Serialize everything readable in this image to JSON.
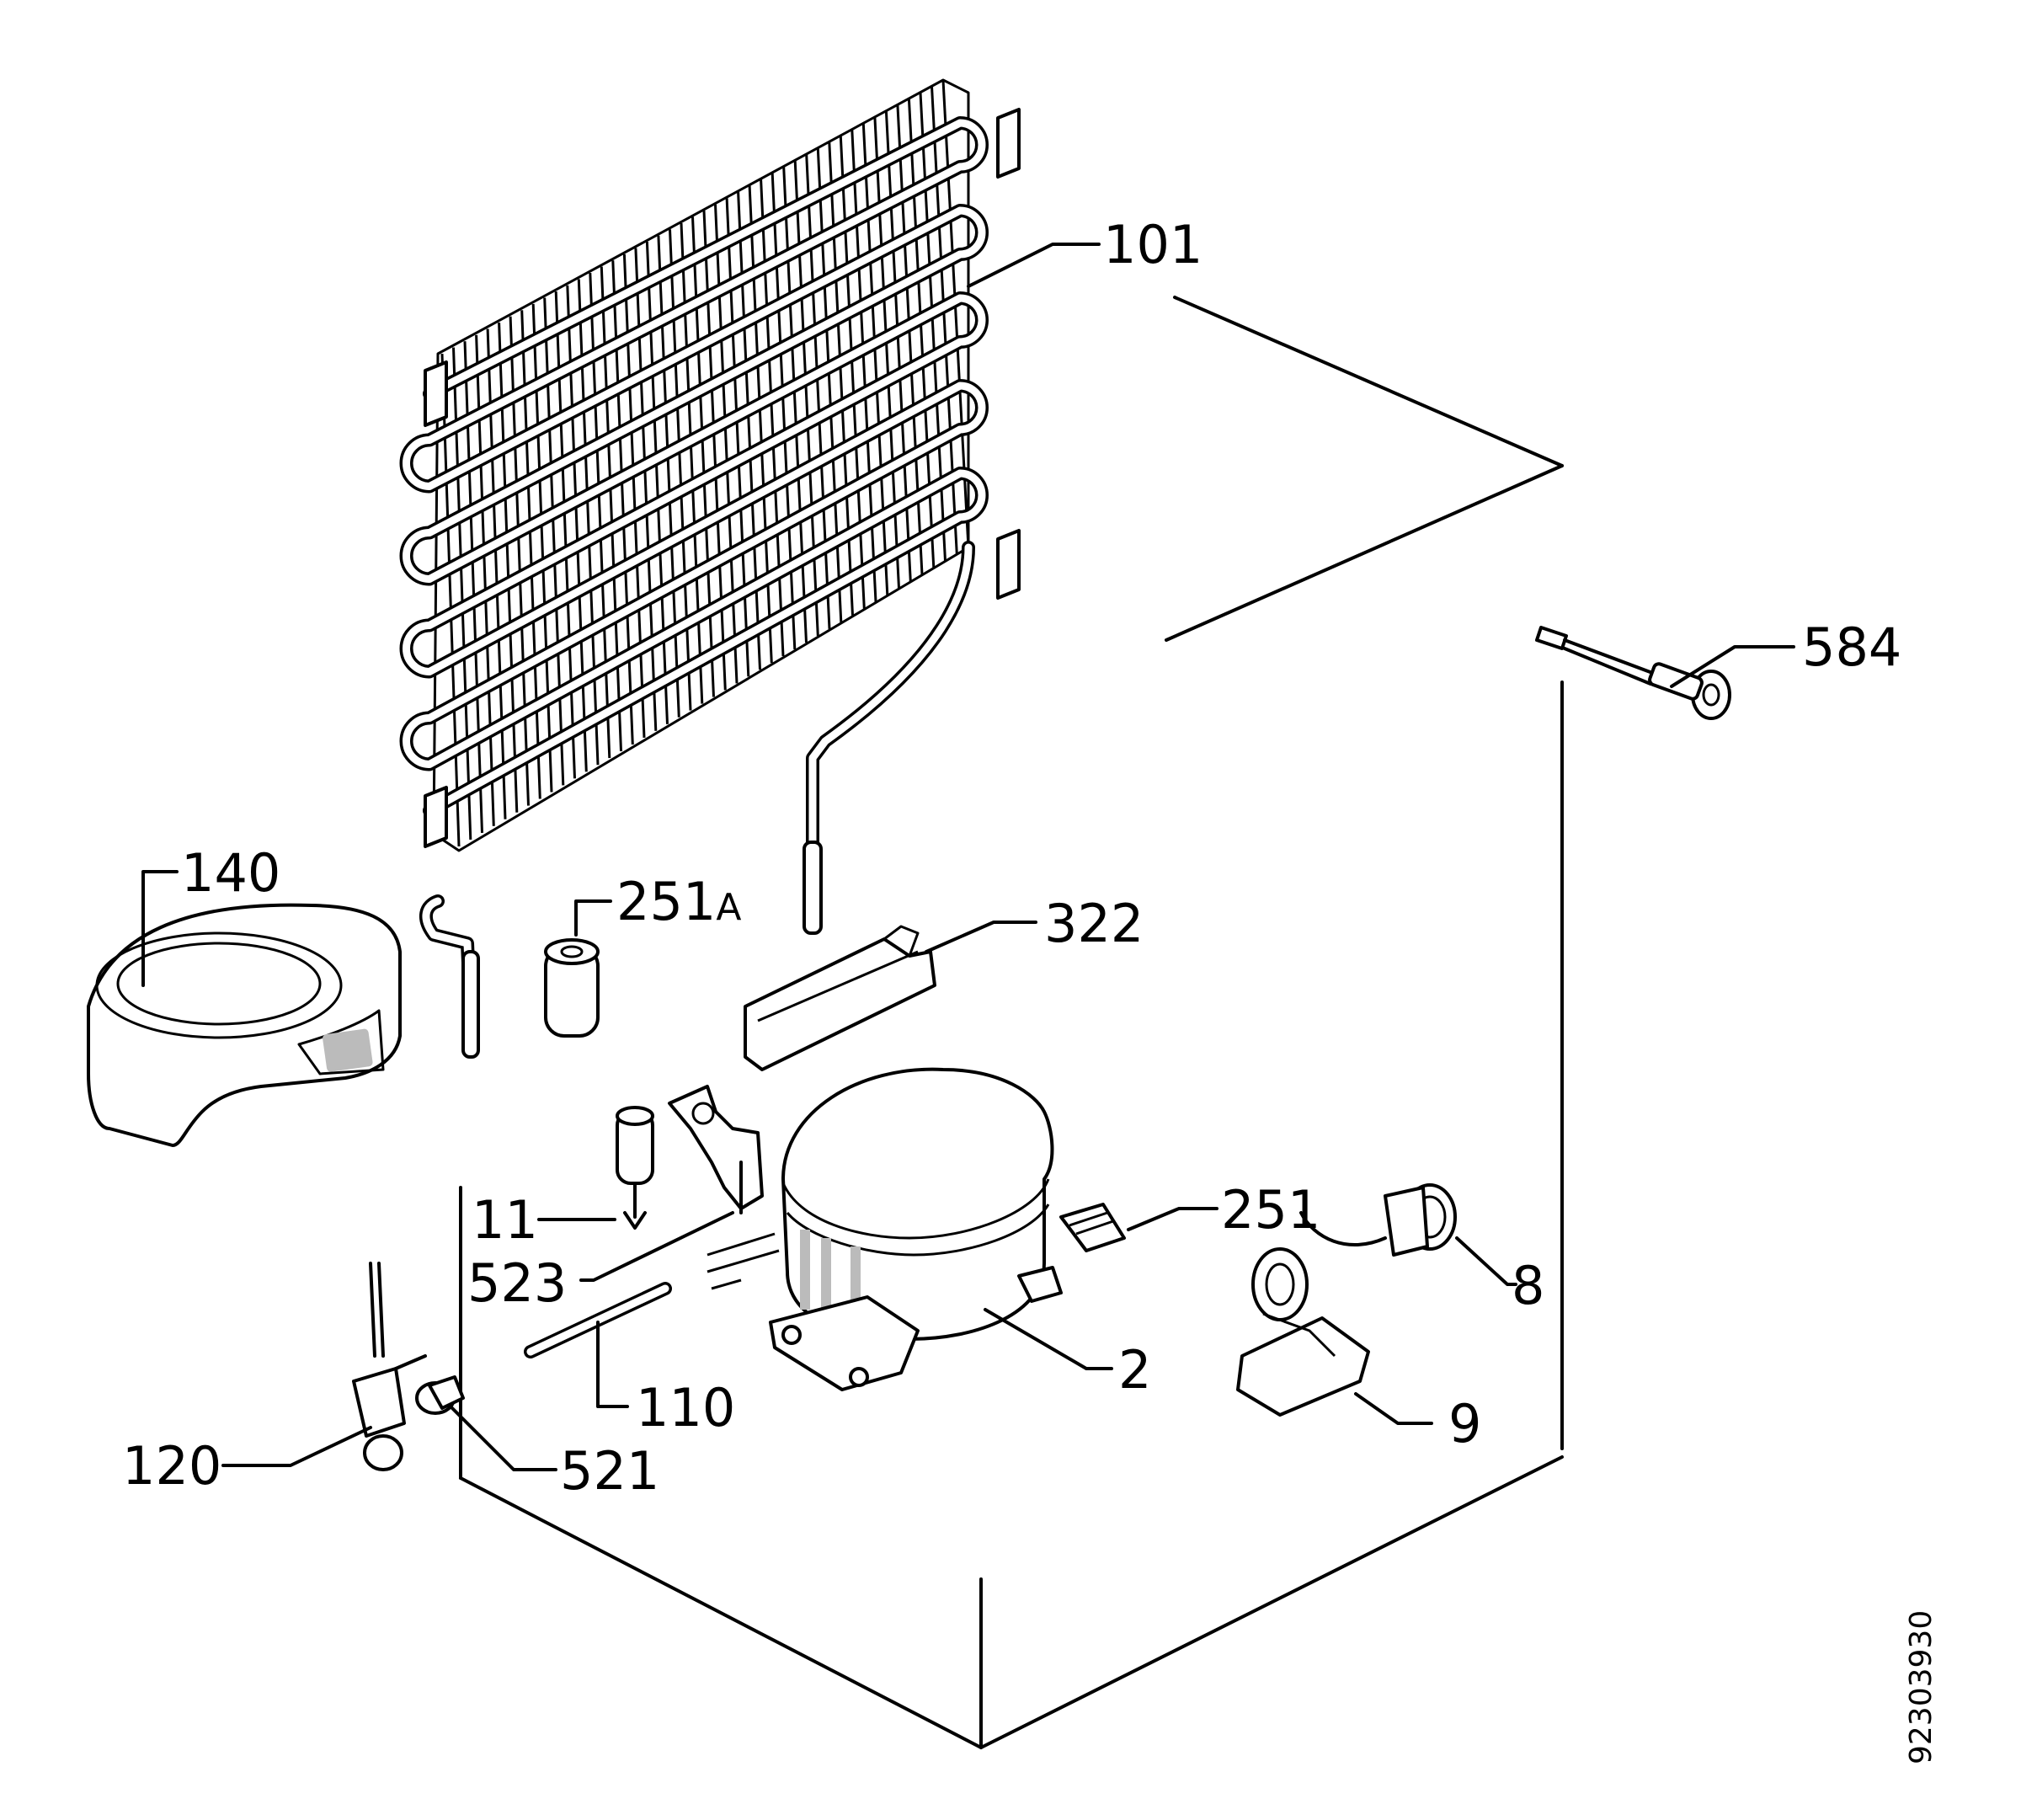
{
  "labels": {
    "condenser": "101",
    "thermostat_probe": "584",
    "drip_tray": "140",
    "filter_drier_251a": "251",
    "filter_drier_251a_suffix": "A",
    "bracket": "322",
    "relay": "11",
    "clip": "523",
    "capillary": "110",
    "compressor": "2",
    "terminal_251": "251",
    "overload": "8",
    "clamp": "9",
    "valve": "120",
    "grommet": "521"
  },
  "document_number": "92303930"
}
